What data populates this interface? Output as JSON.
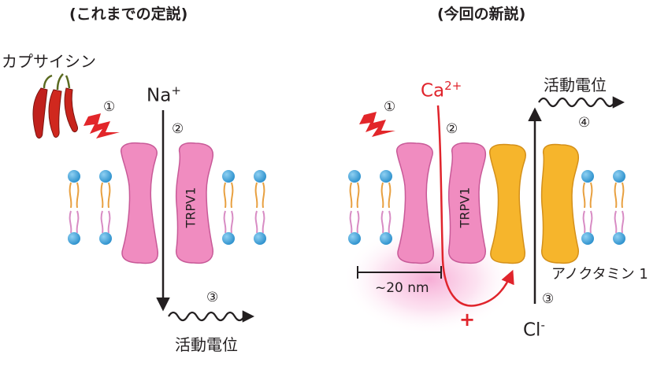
{
  "left_panel": {
    "title": "(これまでの定説)",
    "capsaicin_label": "カプサイシン",
    "ion_na": "Na",
    "ion_na_sup": "+",
    "channel_label": "TRPV1",
    "step1": "①",
    "step2": "②",
    "step3": "③",
    "action_potential": "活動電位"
  },
  "right_panel": {
    "title": "(今回の新説)",
    "ion_ca": "Ca",
    "ion_ca_sup": "2+",
    "channel_label": "TRPV1",
    "channel2_label": "アノクタミン 1",
    "ion_cl": "Cl",
    "ion_cl_sup": "-",
    "distance_label": "~20 nm",
    "plus_sign": "+",
    "step1": "①",
    "step2": "②",
    "step3": "③",
    "step4": "④",
    "action_potential": "活動電位"
  },
  "colors": {
    "membrane_head": "#3aa0d8",
    "tail_orange": "#e8a040",
    "tail_pink": "#d88cc4",
    "trpv1": "#f08cc0",
    "trpv1_stroke": "#c85a98",
    "ano1": "#f6b52c",
    "ano1_stroke": "#d4901a",
    "ca_red": "#e0242c",
    "lightning": "#e2262a",
    "arrow": "#231f20"
  }
}
